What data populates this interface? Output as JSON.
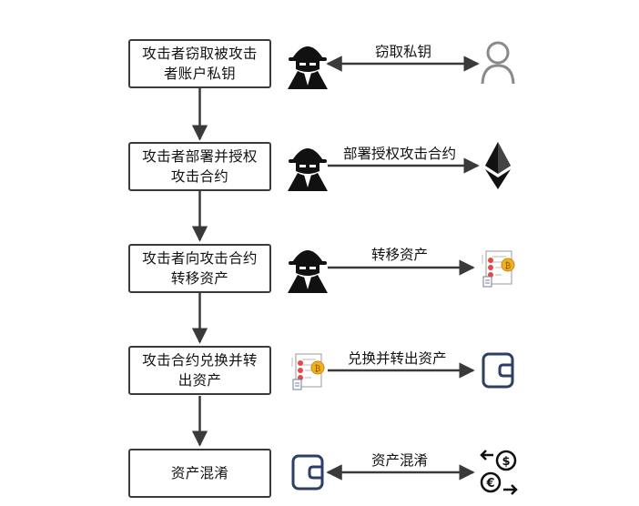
{
  "steps": [
    {
      "text": "攻击者窃取被攻击者账户私钥",
      "edge_label": "窃取私钥"
    },
    {
      "text": "攻击者部署并授权攻击合约",
      "edge_label": "部署授权攻击合约"
    },
    {
      "text": "攻击者向攻击合约转移资产",
      "edge_label": "转移资产"
    },
    {
      "text": "攻击合约兑换并转出资产",
      "edge_label": "兑换并转出资产"
    },
    {
      "text": "资产混淆",
      "edge_label": "资产混淆"
    }
  ],
  "icons": {
    "row1": {
      "left": "hacker-icon",
      "right": "user-icon",
      "arrow": "bidirectional"
    },
    "row2": {
      "left": "hacker-icon",
      "right": "ethereum-icon",
      "arrow": "right"
    },
    "row3": {
      "left": "hacker-icon",
      "right": "smart-contract-icon",
      "arrow": "right"
    },
    "row4": {
      "left": "smart-contract-icon",
      "right": "wallet-icon",
      "arrow": "right"
    },
    "row5": {
      "left": "wallet-icon",
      "right": "currency-exchange-icon",
      "arrow": "bidirectional"
    }
  },
  "colors": {
    "box_border": "#3a3a3a",
    "arrow": "#3a3a3a",
    "wallet": "#2e3f66",
    "coin": "#f2b01e",
    "contract_red": "#e24a4a"
  }
}
